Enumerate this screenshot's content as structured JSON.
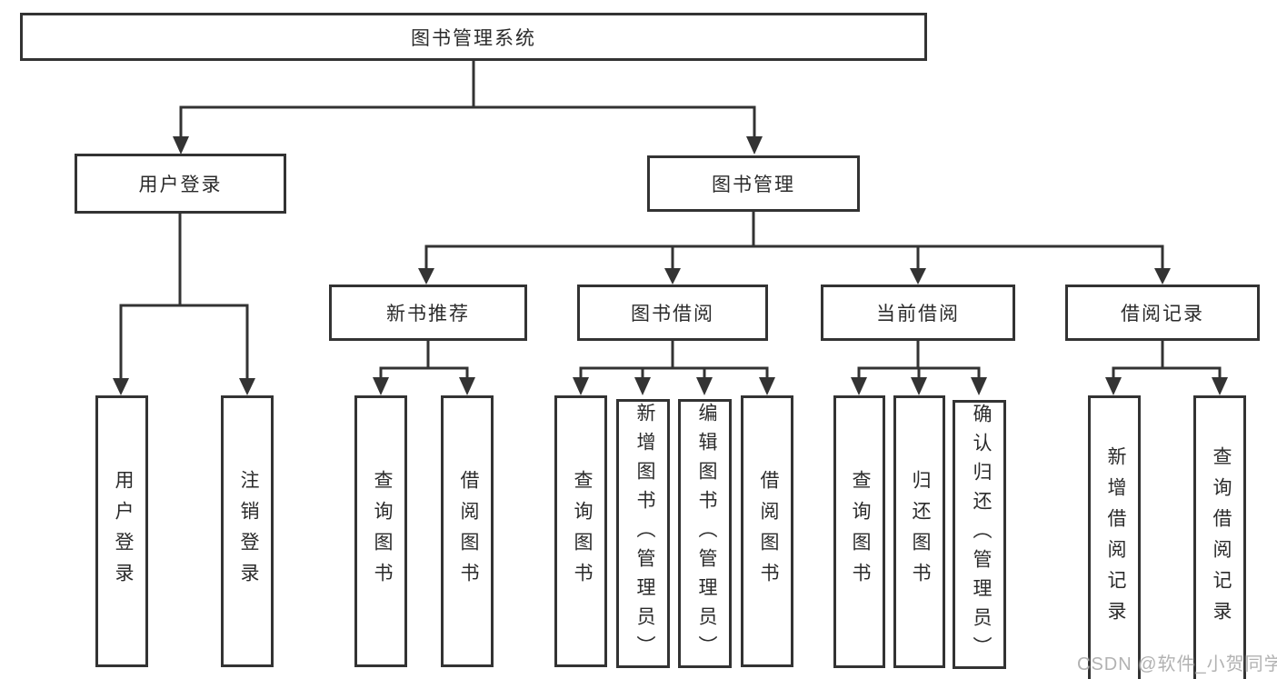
{
  "nodes": {
    "root": "图书管理系统",
    "user_login": "用户登录",
    "book_mgmt": "图书管理",
    "new_book_rec": "新书推荐",
    "book_borrow": "图书借阅",
    "current_borrow": "当前借阅",
    "borrow_record": "借阅记录",
    "leaf_user_login": "用户登录",
    "leaf_logout": "注销登录",
    "leaf_nbr_query": "查询图书",
    "leaf_nbr_borrow": "借阅图书",
    "leaf_bb_query": "查询图书",
    "leaf_bb_add": "新增图书（管理员）",
    "leaf_bb_edit": "编辑图书（管理员）",
    "leaf_bb_borrow": "借阅图书",
    "leaf_cb_query": "查询图书",
    "leaf_cb_return": "归还图书",
    "leaf_cb_confirm": "确认归还（管理员）",
    "leaf_br_add": "新增借阅记录",
    "leaf_br_query": "查询借阅记录"
  },
  "hierarchy": {
    "root": [
      "user_login",
      "book_mgmt"
    ],
    "user_login": [
      "leaf_user_login",
      "leaf_logout"
    ],
    "book_mgmt": [
      "new_book_rec",
      "book_borrow",
      "current_borrow",
      "borrow_record"
    ],
    "new_book_rec": [
      "leaf_nbr_query",
      "leaf_nbr_borrow"
    ],
    "book_borrow": [
      "leaf_bb_query",
      "leaf_bb_add",
      "leaf_bb_edit",
      "leaf_bb_borrow"
    ],
    "current_borrow": [
      "leaf_cb_query",
      "leaf_cb_return",
      "leaf_cb_confirm"
    ],
    "borrow_record": [
      "leaf_br_add",
      "leaf_br_query"
    ]
  },
  "colors": {
    "line": "#333333",
    "box_background": "#ffffff",
    "text": "#2b2b2b",
    "watermark": "#aeaeae"
  },
  "watermark": "CSDN @软件_小贺同学"
}
